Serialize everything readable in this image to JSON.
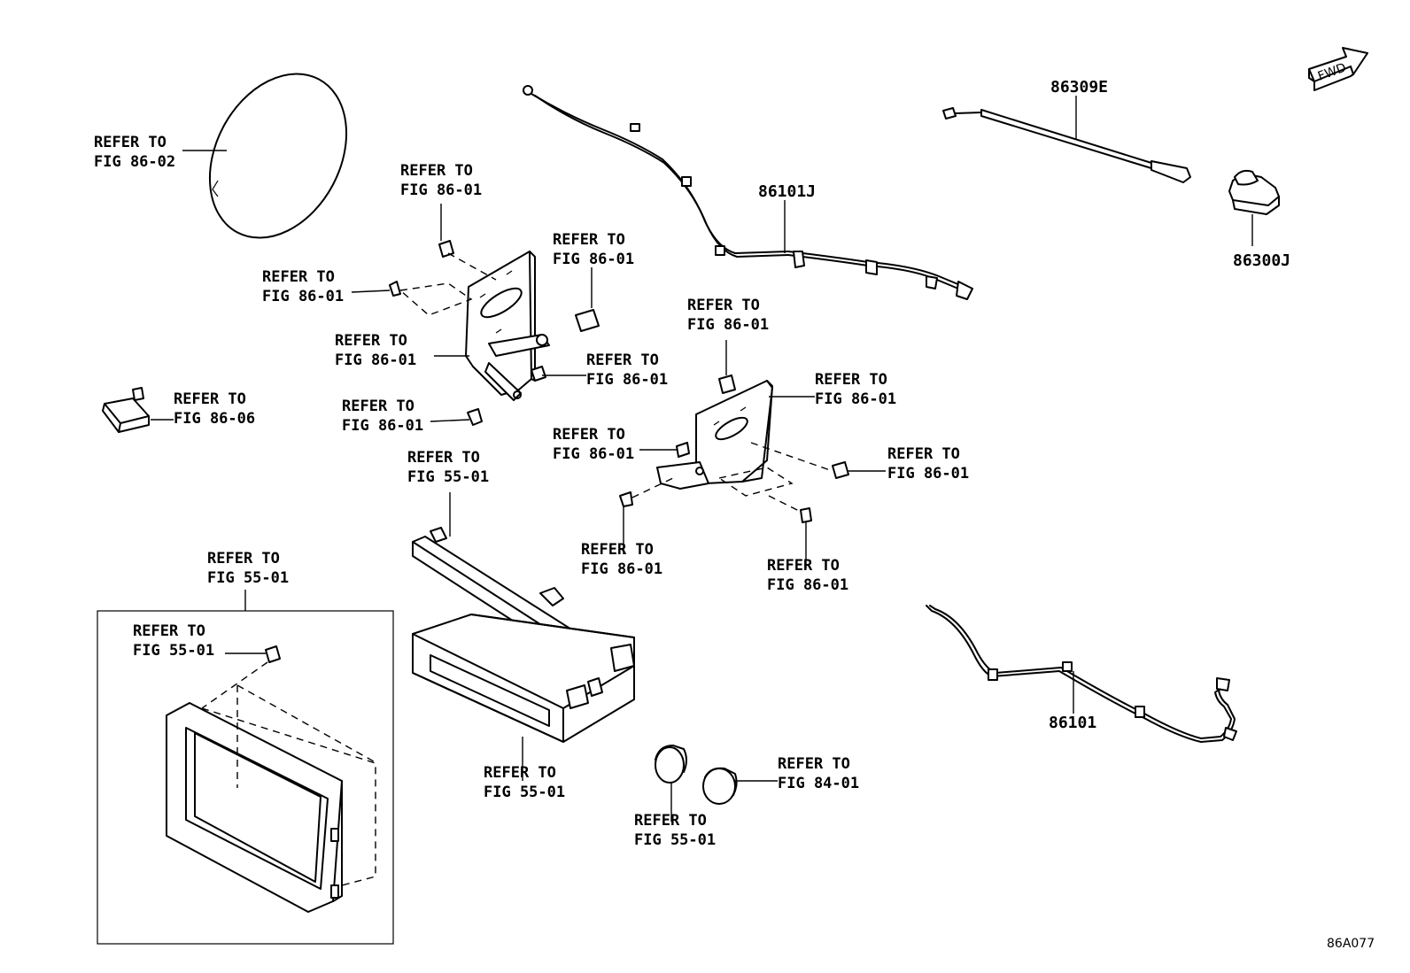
{
  "figure_id": "86A077",
  "fwd_label": "FWD",
  "parts": {
    "p86309E": "86309E",
    "p86101J": "86101J",
    "p86300J": "86300J",
    "p86101": "86101"
  },
  "refs": {
    "r01": [
      "REFER TO",
      "FIG 86-02"
    ],
    "r02": [
      "REFER TO",
      "FIG 86-01"
    ],
    "r03": [
      "REFER TO",
      "FIG 86-01"
    ],
    "r04": [
      "REFER TO",
      "FIG 86-01"
    ],
    "r05": [
      "REFER TO",
      "FIG 86-01"
    ],
    "r06": [
      "REFER TO",
      "FIG 86-01"
    ],
    "r07": [
      "REFER TO",
      "FIG 86-06"
    ],
    "r08": [
      "REFER TO",
      "FIG 86-01"
    ],
    "r09": [
      "REFER TO",
      "FIG 86-01"
    ],
    "r10": [
      "REFER TO",
      "FIG 86-01"
    ],
    "r11": [
      "REFER TO",
      "FIG 86-01"
    ],
    "r12": [
      "REFER TO",
      "FIG 86-01"
    ],
    "r13": [
      "REFER TO",
      "FIG 55-01"
    ],
    "r14": [
      "REFER TO",
      "FIG 86-01"
    ],
    "r15": [
      "REFER TO",
      "FIG 86-01"
    ],
    "r16": [
      "REFER TO",
      "FIG 55-01"
    ],
    "r17": [
      "REFER TO",
      "FIG 55-01"
    ],
    "r18": [
      "REFER TO",
      "FIG 55-01"
    ],
    "r19": [
      "REFER TO",
      "FIG 84-01"
    ],
    "r20": [
      "REFER TO",
      "FIG 55-01"
    ]
  }
}
